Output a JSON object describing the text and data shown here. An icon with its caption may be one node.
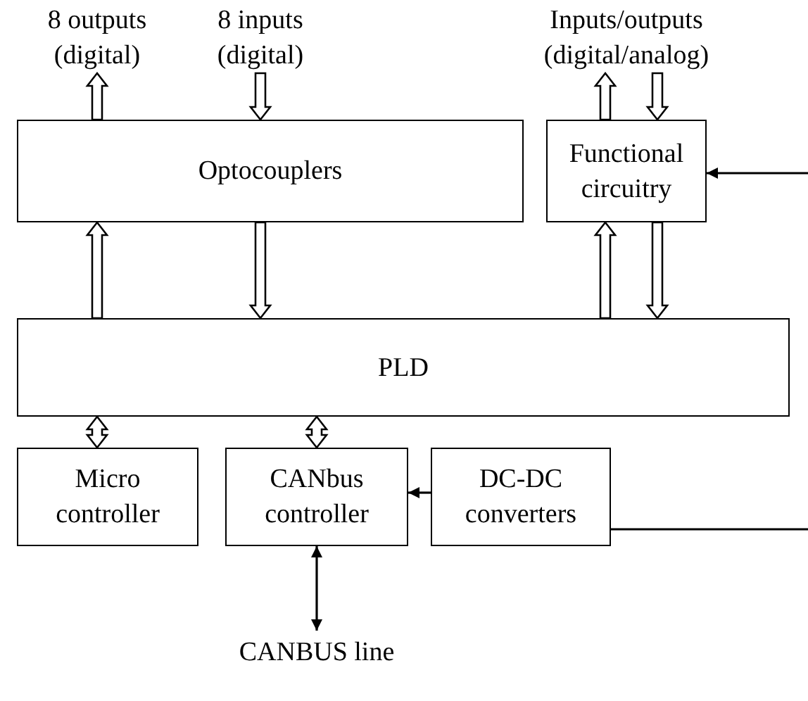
{
  "diagram": {
    "nodes": [
      {
        "text": [
          "8 outputs (digital)"
        ]
      },
      {
        "text": [
          "8 inputs (digital)"
        ]
      },
      {
        "text": [
          "Inputs/outputs (digital/analog)"
        ]
      },
      {
        "text": [
          "Optocouplers"
        ]
      },
      {
        "text": [
          "Functional circuitry"
        ]
      },
      {
        "text": [
          "PLD"
        ]
      },
      {
        "text": [
          "Micro controller"
        ]
      },
      {
        "text": [
          "CANbus controller"
        ]
      },
      {
        "text": [
          "DC-DC converters"
        ]
      },
      {
        "text": [
          "CANBUS line"
        ]
      }
    ],
    "edges": [
      {
        "from": 3,
        "to": 0,
        "arrow": "to"
      },
      {
        "from": 1,
        "to": 3,
        "arrow": "to"
      },
      {
        "from": 4,
        "to": 2,
        "arrow": "to"
      },
      {
        "from": 2,
        "to": 4,
        "arrow": "to"
      },
      {
        "from": null,
        "to": 4,
        "arrow": "to"
      },
      {
        "from": 5,
        "to": 3,
        "arrow": "to"
      },
      {
        "from": 3,
        "to": 5,
        "arrow": "to"
      },
      {
        "from": 5,
        "to": 4,
        "arrow": "to"
      },
      {
        "from": 4,
        "to": 5,
        "arrow": "to"
      },
      {
        "from": 5,
        "to": 6,
        "arrow": "both"
      },
      {
        "from": 5,
        "to": 7,
        "arrow": "both"
      },
      {
        "from": 8,
        "to": 7,
        "arrow": "to"
      },
      {
        "from": 8,
        "to": null,
        "arrow": "none"
      },
      {
        "from": 7,
        "to": 9,
        "arrow": "both"
      }
    ]
  }
}
